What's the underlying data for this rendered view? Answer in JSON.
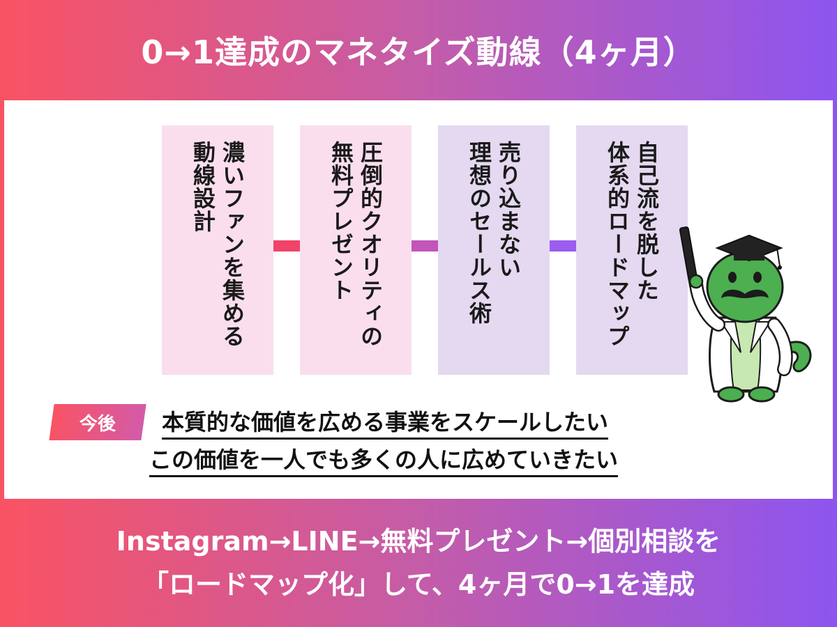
{
  "header": {
    "title": "0→1達成のマネタイズ動線（4ヶ月）"
  },
  "steps": [
    {
      "lines": [
        "濃いファンを集める",
        "動線設計"
      ],
      "color": "#fadeee"
    },
    {
      "lines": [
        "圧倒的クオリティの",
        "無料プレゼント"
      ],
      "color": "#fadeee"
    },
    {
      "lines": [
        "売り込まない",
        "理想のセールス術"
      ],
      "color": "#e4d9f0"
    },
    {
      "lines": [
        "自己流を脱した",
        "体系的ロードマップ"
      ],
      "color": "#e4d9f0"
    }
  ],
  "connectors": [
    "#f0436a",
    "#c155b9",
    "#9b5cf0"
  ],
  "future": {
    "badge": "今後",
    "line1": "本質的な価値を広める事業をスケールしたい",
    "line2": "この価値を一人でも多くの人に広めていきたい"
  },
  "footer": {
    "line1": "Instagram→LINE→無料プレゼント→個別相談を",
    "line2": "「ロードマップ化」して、4ヶ月で0→1を達成"
  },
  "colors": {
    "gradient_left": "#f95363",
    "gradient_right": "#8d55f0",
    "card_pink": "#fadeee",
    "card_lavender": "#e4d9f0"
  }
}
